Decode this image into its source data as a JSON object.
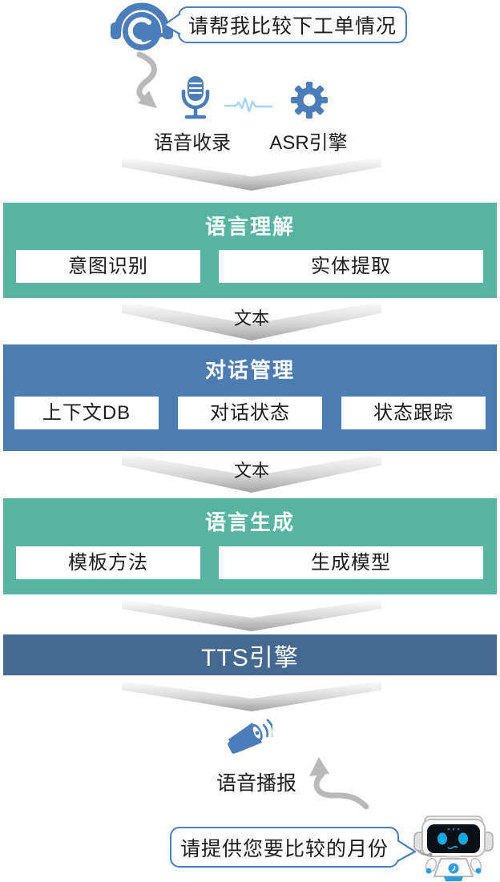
{
  "palette": {
    "icon_blue": "#4b7db8",
    "teal_box": "#58b4a1",
    "blue_box": "#4d7db0",
    "dark_blue_box": "#456890",
    "waveform_blue": "#a6d3f0",
    "arrow_gray": "#b9b9b9",
    "bubble_border": "#4b7db8",
    "text_color": "#1c1c1c"
  },
  "top": {
    "user_bubble": "请帮我比较下工单情况",
    "voice_capture_label": "语音收录",
    "asr_label": "ASR引擎",
    "icons": [
      "headset-icon",
      "curved-arrow-down-icon",
      "microphone-icon",
      "waveform-icon",
      "gear-icon"
    ]
  },
  "connector": {
    "text_label": "文本"
  },
  "stages": [
    {
      "title": "语言理解",
      "color": "teal",
      "items": [
        "意图识别",
        "实体提取"
      ]
    },
    {
      "title": "对话管理",
      "color": "blue",
      "items": [
        "上下文DB",
        "对话状态",
        "状态跟踪"
      ]
    },
    {
      "title": "语言生成",
      "color": "teal",
      "items": [
        "模板方法",
        "生成模型"
      ]
    },
    {
      "title": "TTS引擎",
      "color": "dark_blue",
      "items": []
    }
  ],
  "bottom": {
    "broadcast_label": "语音播报",
    "bot_bubble": "请提供您要比较的月份",
    "icons": [
      "megaphone-icon",
      "curved-arrow-up-icon",
      "robot-icon"
    ]
  }
}
